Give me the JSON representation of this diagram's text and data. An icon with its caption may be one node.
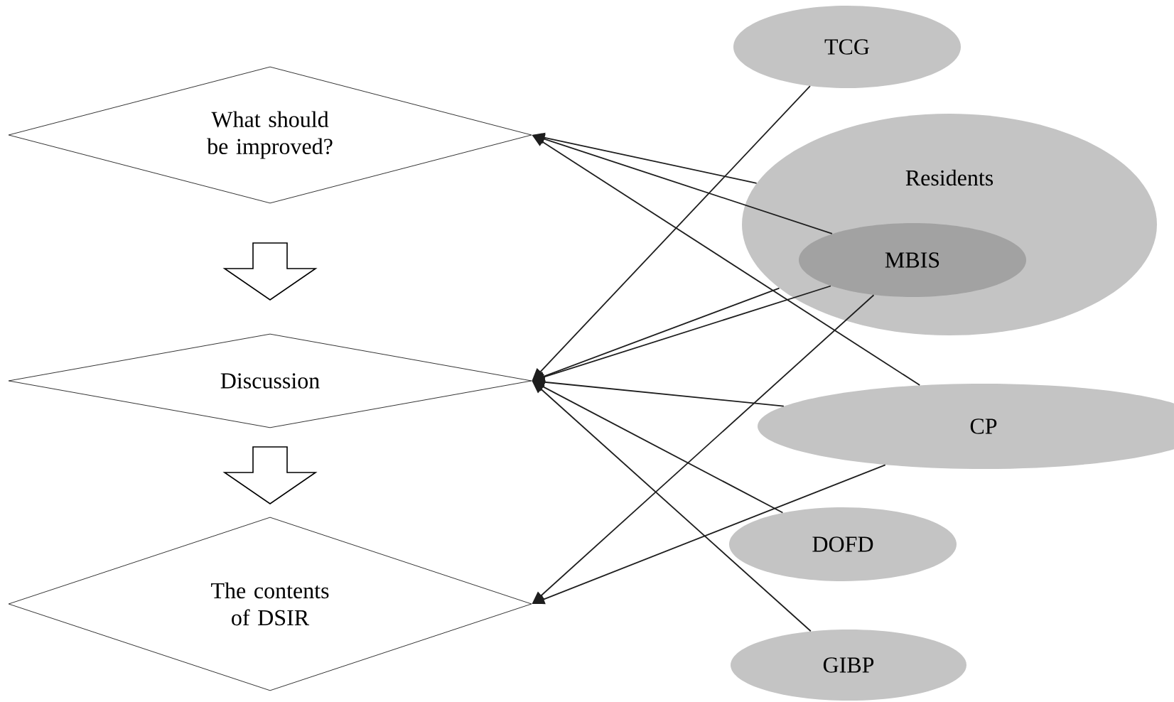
{
  "diagram": {
    "nodes": [
      {
        "text": [
          "What should be improved?"
        ]
      },
      {
        "text": [
          "Discussion"
        ]
      },
      {
        "text": [
          "The contents of DSIR"
        ]
      },
      {
        "text": [
          "TCG"
        ]
      },
      {
        "text": [
          "Residents"
        ]
      },
      {
        "text": [
          "MBIS"
        ],
        "in": 4
      },
      {
        "text": [
          "CP"
        ]
      },
      {
        "text": [
          "DOFD"
        ]
      },
      {
        "text": [
          "GIBP"
        ]
      }
    ],
    "edges": [
      {
        "from": 0,
        "to": 1,
        "arrow": "to"
      },
      {
        "from": 1,
        "to": 2,
        "arrow": "to"
      },
      {
        "from": 4,
        "to": 0,
        "arrow": "to"
      },
      {
        "from": 5,
        "to": 0,
        "arrow": "to"
      },
      {
        "from": 6,
        "to": 0,
        "arrow": "to"
      },
      {
        "from": 3,
        "to": 1,
        "arrow": "to"
      },
      {
        "from": 4,
        "to": 1,
        "arrow": "to"
      },
      {
        "from": 5,
        "to": 1,
        "arrow": "to"
      },
      {
        "from": 6,
        "to": 1,
        "arrow": "to"
      },
      {
        "from": 7,
        "to": 1,
        "arrow": "to"
      },
      {
        "from": 8,
        "to": 1,
        "arrow": "to"
      },
      {
        "from": 5,
        "to": 2,
        "arrow": "to"
      },
      {
        "from": 6,
        "to": 2,
        "arrow": "to"
      }
    ]
  }
}
